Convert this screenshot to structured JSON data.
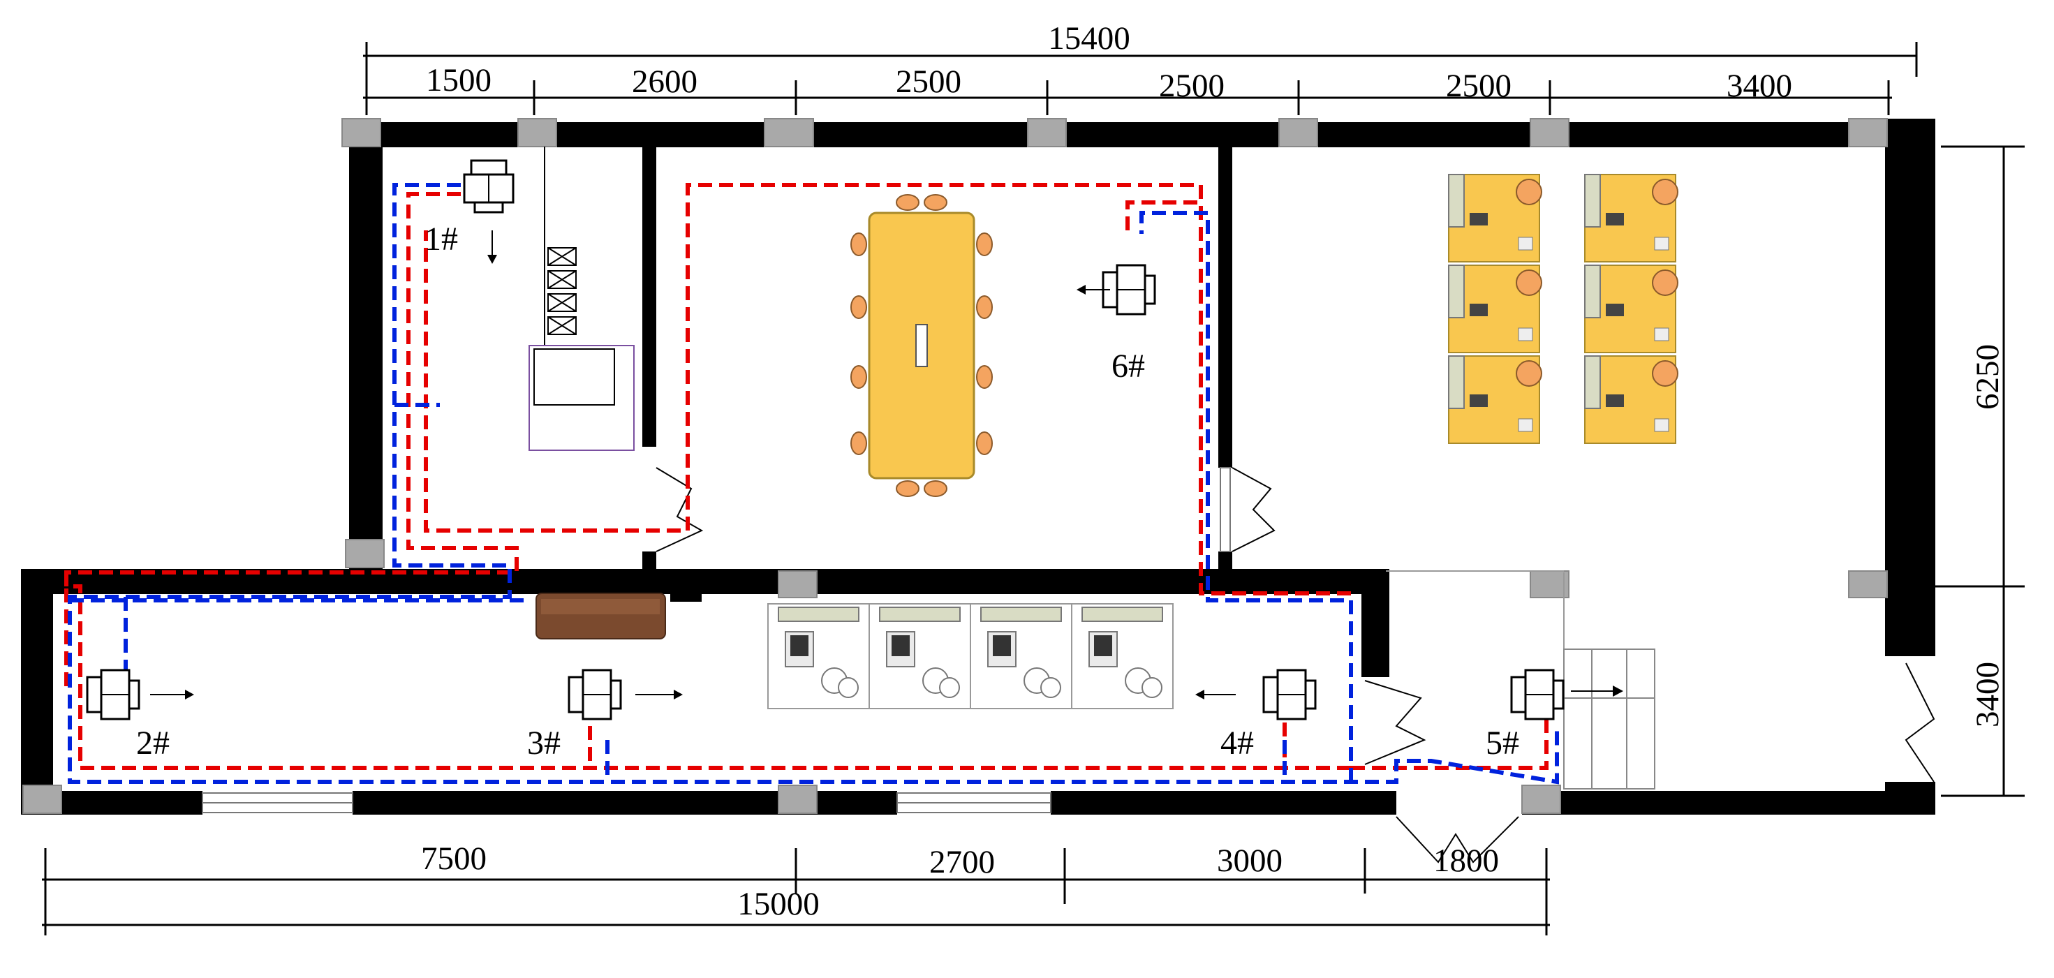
{
  "top_dimensions": {
    "overall": "15400",
    "segments": [
      "1500",
      "2600",
      "2500",
      "2500",
      "2500",
      "3400"
    ]
  },
  "bottom_dimensions": {
    "overall": "15000",
    "segments": [
      "7500",
      "2700",
      "3000",
      "1800"
    ]
  },
  "right_dimensions": [
    "6250",
    "3400"
  ],
  "units": [
    {
      "id": "unit-1",
      "label": "1#"
    },
    {
      "id": "unit-2",
      "label": "2#"
    },
    {
      "id": "unit-3",
      "label": "3#"
    },
    {
      "id": "unit-4",
      "label": "4#"
    },
    {
      "id": "unit-5",
      "label": "5#"
    },
    {
      "id": "unit-6",
      "label": "6#"
    }
  ],
  "colors": {
    "wall": "#000000",
    "column": "#a9a9a9",
    "supply_pipe": "#e60000",
    "return_pipe": "#0022dd",
    "table": "#f9c74f",
    "chair": "#f4a460",
    "sofa": "#7b4a2e",
    "desk_top": "#d9dcc4"
  }
}
